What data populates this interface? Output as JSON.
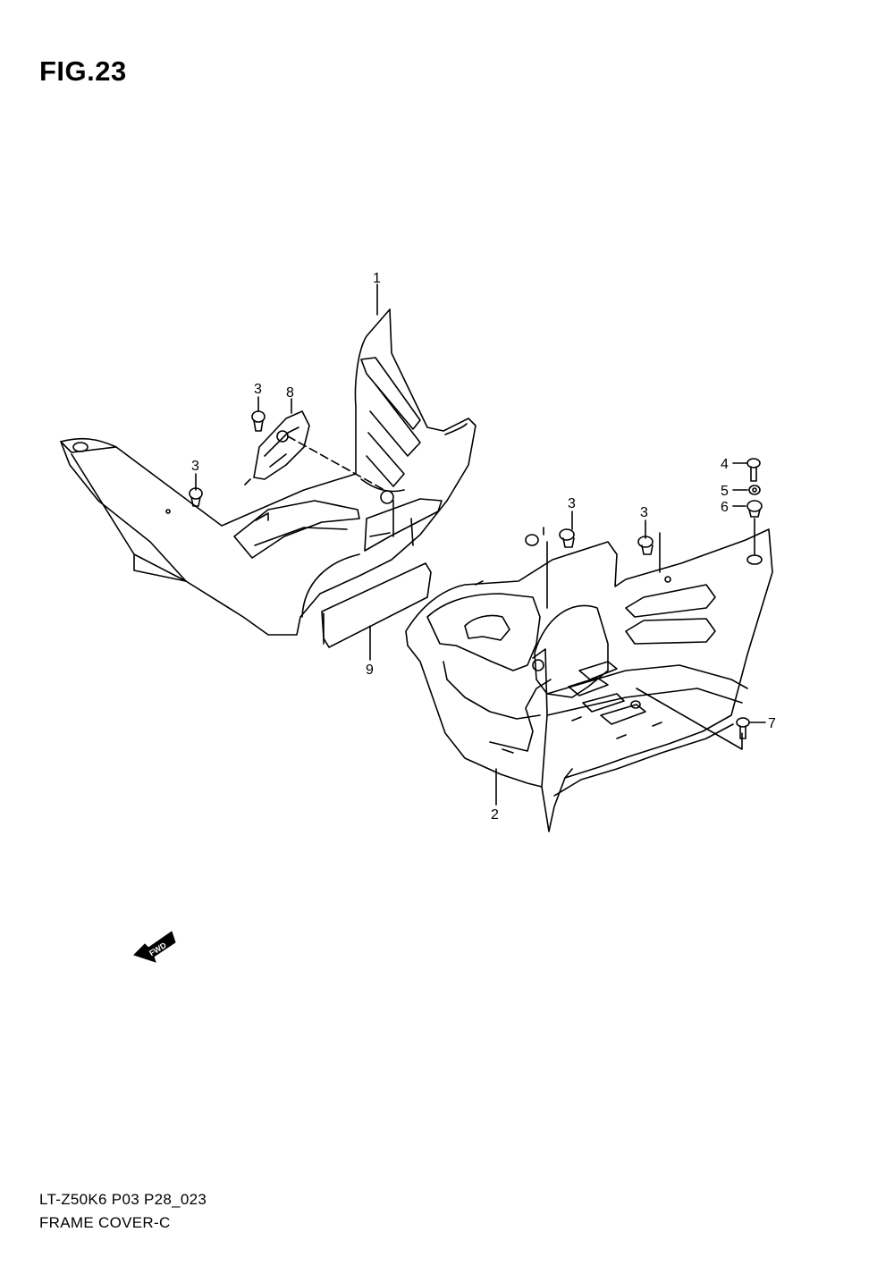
{
  "figure": {
    "title": "FIG.23"
  },
  "callouts": [
    {
      "id": "c1",
      "label": "1"
    },
    {
      "id": "c2",
      "label": "2"
    },
    {
      "id": "c3a",
      "label": "3"
    },
    {
      "id": "c3b",
      "label": "3"
    },
    {
      "id": "c3c",
      "label": "3"
    },
    {
      "id": "c3d",
      "label": "3"
    },
    {
      "id": "c4",
      "label": "4"
    },
    {
      "id": "c5",
      "label": "5"
    },
    {
      "id": "c6",
      "label": "6"
    },
    {
      "id": "c7",
      "label": "7"
    },
    {
      "id": "c8",
      "label": "8"
    },
    {
      "id": "c9",
      "label": "9"
    }
  ],
  "fwd_arrow": {
    "label": "FWD"
  },
  "footer": {
    "code": "LT-Z50K6 P03 P28_023",
    "name": "FRAME COVER-C"
  }
}
